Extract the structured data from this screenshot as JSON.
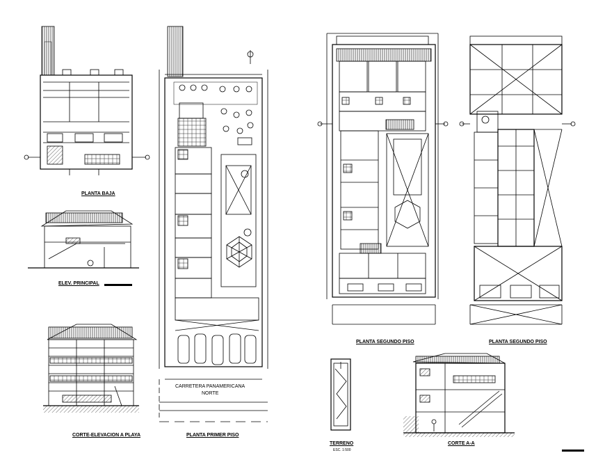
{
  "drawing": {
    "views": {
      "planta_baja": "PLANTA BAJA",
      "elev_principal": "ELEV. PRINCIPAL",
      "corte_elevacion": "CORTE-ELEVACION A PLAYA",
      "planta_primer_piso": "PLANTA PRIMER PISO",
      "planta_segundo_piso_a": "PLANTA SEGUNDO PISO",
      "planta_segundo_piso_b": "PLANTA SEGUNDO PISO",
      "terreno": "TERRENO",
      "terreno_scale": "ESC. 1:500",
      "corte_aa": "CORTE A-A"
    },
    "road": {
      "name": "CARRETERA PANAMERICANA",
      "direction": "NORTE"
    },
    "colors": {
      "line": "#000000",
      "background": "#ffffff"
    }
  }
}
